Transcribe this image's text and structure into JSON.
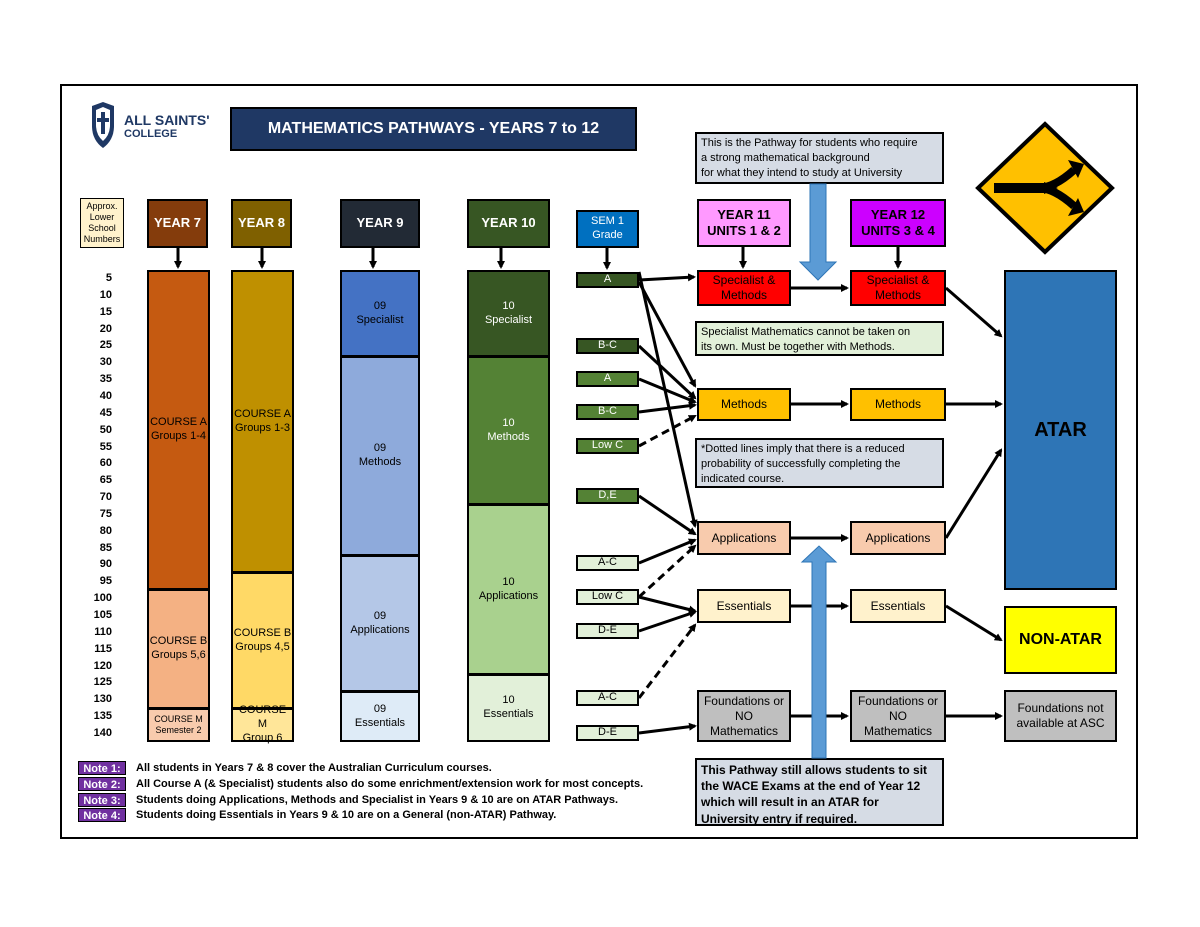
{
  "logo": {
    "name_line1": "ALL SAINTS'",
    "name_line2": "COLLEGE"
  },
  "title": "MATHEMATICS PATHWAYS - YEARS 7 to 12",
  "approx_label": "Approx.\nLower\nSchool\nNumbers",
  "scale_numbers": [
    "5",
    "10",
    "15",
    "20",
    "25",
    "30",
    "35",
    "40",
    "45",
    "50",
    "55",
    "60",
    "65",
    "70",
    "75",
    "80",
    "85",
    "90",
    "95",
    "100",
    "105",
    "110",
    "115",
    "120",
    "125",
    "130",
    "135",
    "140"
  ],
  "year_headers": {
    "y7": "YEAR 7",
    "y8": "YEAR 8",
    "y9": "YEAR 9",
    "y10": "YEAR 10",
    "sem1": "SEM 1\nGrade",
    "y11": "YEAR 11\nUNITS 1 & 2",
    "y12": "YEAR 12\nUNITS 3 & 4"
  },
  "year7": {
    "course_a": "COURSE A\nGroups 1-4",
    "course_b": "COURSE B\nGroups 5,6",
    "course_m": "COURSE M\nSemester 2"
  },
  "year8": {
    "course_a": "COURSE A\nGroups 1-3",
    "course_b": "COURSE B\nGroups 4,5",
    "course_m": "COURSE M\nGroup 6"
  },
  "year9": {
    "specialist": "09\nSpecialist",
    "methods": "09\nMethods",
    "applications": "09\nApplications",
    "essentials": "09\nEssentials"
  },
  "year10": {
    "specialist": "10\nSpecialist",
    "methods": "10\nMethods",
    "applications": "10\nApplications",
    "essentials": "10\nEssentials"
  },
  "grades": {
    "g1": "A",
    "g2": "B-C",
    "g3": "A",
    "g4": "B-C",
    "g5": "Low C",
    "g6": "D,E",
    "g7": "A-C",
    "g8": "Low C",
    "g9": "D-E",
    "g10": "A-C",
    "g11": "D-E"
  },
  "year11": {
    "spec": "Specialist &\nMethods",
    "methods": "Methods",
    "applications": "Applications",
    "essentials": "Essentials",
    "foundations": "Foundations or\nNO\nMathematics"
  },
  "year12": {
    "spec": "Specialist &\nMethods",
    "methods": "Methods",
    "applications": "Applications",
    "essentials": "Essentials",
    "foundations": "Foundations or\nNO\nMathematics"
  },
  "outcomes": {
    "atar": "ATAR",
    "non_atar": "NON-ATAR",
    "foundations_na": "Foundations not\navailable at ASC"
  },
  "info": {
    "top": "This is the Pathway for students who require\na strong mathematical background\nfor what they intend to study at University",
    "specialist": "Specialist Mathematics cannot be taken on\nits own. Must be together with Methods.",
    "dotted": "*Dotted lines imply that there is a reduced\nprobability of successfully completing the\nindicated course.",
    "bottom": "This Pathway still allows students to sit\nthe WACE Exams at the end of Year 12\nwhich will result in an ATAR for\nUniversity entry if required."
  },
  "notes": [
    {
      "tag": "Note 1:",
      "text": "All students in Years 7 & 8 cover the Australian Curriculum courses."
    },
    {
      "tag": "Note 2:",
      "text": "All Course A (& Specialist) students also do some enrichment/extension work for most concepts."
    },
    {
      "tag": "Note 3:",
      "text": "Students doing Applications, Methods and Specialist in Years 9 & 10 are on ATAR Pathways."
    },
    {
      "tag": "Note 4:",
      "text": "Students doing Essentials in Years 9 & 10 are on a General (non-ATAR) Pathway."
    }
  ],
  "colors": {
    "navy": "#1f3864",
    "y7_header": "#843c0c",
    "y7_a": "#c55a11",
    "y7_b": "#f4b183",
    "y7_m": "#f8cbad",
    "y8_header": "#7f6000",
    "y8_a": "#bf9000",
    "y8_b": "#ffd966",
    "y8_m": "#ffe699",
    "y9_header": "#222a35",
    "y9_spec": "#4472c4",
    "y9_meth": "#8eaadb",
    "y9_app": "#b4c7e7",
    "y9_ess": "#deebf7",
    "y10_header": "#375623",
    "y10_spec": "#375623",
    "y10_meth": "#548235",
    "y10_app": "#a9d18e",
    "y10_ess": "#e2f0d9",
    "sem1": "#0070c0",
    "y11": "#ff99ff",
    "y12": "#cc00ff",
    "spec": "#ff0000",
    "methods": "#ffc000",
    "applications": "#f8cbad",
    "essentials": "#fff2cc",
    "foundations": "#bfbfbf",
    "atar": "#2e75b6",
    "non_atar": "#ffff00",
    "note": "#7030a0",
    "info_bg": "#d6dce5",
    "info_green": "#e2f0d9",
    "sign": "#ffc000",
    "blue_arrow": "#5b9bd5"
  }
}
